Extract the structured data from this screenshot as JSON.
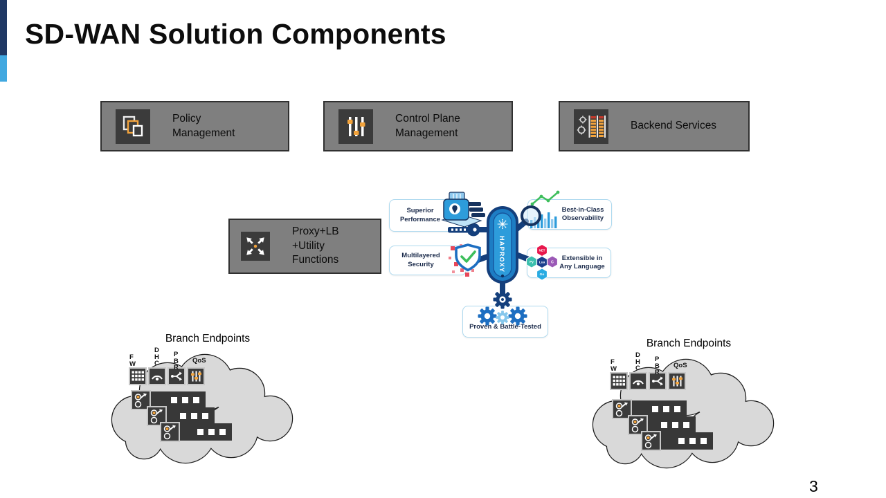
{
  "slide": {
    "title": "SD-WAN Solution Components",
    "page_number": "3"
  },
  "colors": {
    "accent_navy": "#1F3864",
    "accent_light_blue": "#41A8E0",
    "box_gray": "#7F7F7F",
    "box_border": "#303030",
    "icon_tile_dark": "#3B3B3B",
    "icon_orange": "#F2A33C",
    "icon_red": "#C0392B",
    "haproxy_navy": "#143F7C",
    "haproxy_blue": "#1D7DC4",
    "haproxy_light_blue": "#2D9CDB",
    "callout_border": "#ADD9EF",
    "callout_text": "#1B2B4B",
    "check_green": "#3DBE5B",
    "pixel_red": "#E8485A",
    "hex_net": "#E8174C",
    "hex_lua": "#1B3E8C",
    "hex_py": "#3BBFAD",
    "hex_go": "#29ABE2",
    "hex_c": "#9B59B6",
    "cloud_fill": "#D9D9D9",
    "cloud_stroke": "#1A1A1A"
  },
  "component_boxes": [
    {
      "label": "Policy\nManagement",
      "icon": "policy-squares-icon"
    },
    {
      "label": "Control Plane\nManagement",
      "icon": "sliders-icon"
    },
    {
      "label": "Backend Services",
      "icon": "server-rack-icon"
    },
    {
      "label": "Proxy+LB\n+Utility\nFunctions",
      "icon": "proxy-arrows-icon"
    }
  ],
  "haproxy": {
    "brand": "HAPROXY",
    "callouts": {
      "performance": {
        "label": "Superior\nPerformance",
        "icon": "engine-icon"
      },
      "observability": {
        "label": "Best-in-Class\nObservability",
        "icon": "chart-magnifier-icon"
      },
      "security": {
        "label": "Multilayered\nSecurity",
        "icon": "shield-check-icon"
      },
      "extensible": {
        "label": "Extensible in\nAny Language",
        "icon": "language-hexagons-icon"
      },
      "proven": {
        "label": "Proven & Battle-Tested",
        "icon": "gears-icon"
      }
    },
    "languages": {
      "net": "NET",
      "lua": "Lua",
      "py": "Py",
      "go": "Go",
      "c": "C"
    }
  },
  "branch_clouds": [
    {
      "label": "Branch Endpoints",
      "service_labels": {
        "fw": "F\nW",
        "dhcp": "D\nH\nC",
        "pbr": "P\nB\nR",
        "qos": "QoS"
      }
    },
    {
      "label": "Branch Endpoints",
      "service_labels": {
        "fw": "F\nW",
        "dhcp": "D\nH\nC",
        "pbr": "P\nB\nR",
        "qos": "QoS"
      }
    }
  ]
}
